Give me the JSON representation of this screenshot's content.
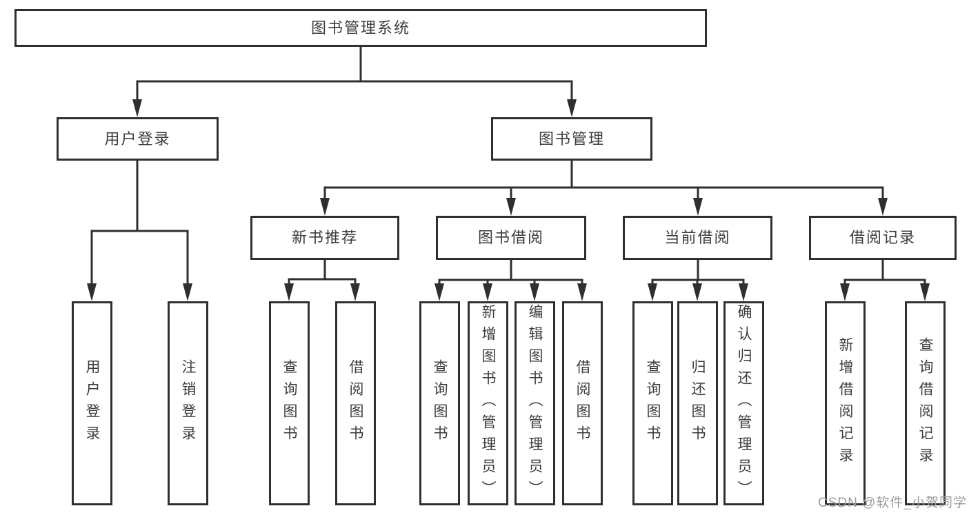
{
  "tree": {
    "label": "图书管理系统",
    "children": [
      {
        "label": "用户登录",
        "children": [
          {
            "label": "用户登录"
          },
          {
            "label": "注销登录"
          }
        ]
      },
      {
        "label": "图书管理",
        "children": [
          {
            "label": "新书推荐",
            "children": [
              {
                "label": "查询图书"
              },
              {
                "label": "借阅图书"
              }
            ]
          },
          {
            "label": "图书借阅",
            "children": [
              {
                "label": "查询图书"
              },
              {
                "label": "新增图书（管理员）"
              },
              {
                "label": "编辑图书（管理员）"
              },
              {
                "label": "借阅图书"
              }
            ]
          },
          {
            "label": "当前借阅",
            "children": [
              {
                "label": "查询图书"
              },
              {
                "label": "归还图书"
              },
              {
                "label": "确认归还（管理员）"
              }
            ]
          },
          {
            "label": "借阅记录",
            "children": [
              {
                "label": "新增借阅记录"
              },
              {
                "label": "查询借阅记录"
              }
            ]
          }
        ]
      }
    ]
  },
  "watermark": {
    "text": "CSDN @软件_小贺同学"
  },
  "colors": {
    "line": "#2f2f2f",
    "text": "#3c3c3c",
    "node_bg": "#ffffff",
    "watermark": "#9c9c9c",
    "background": "#ffffff"
  }
}
